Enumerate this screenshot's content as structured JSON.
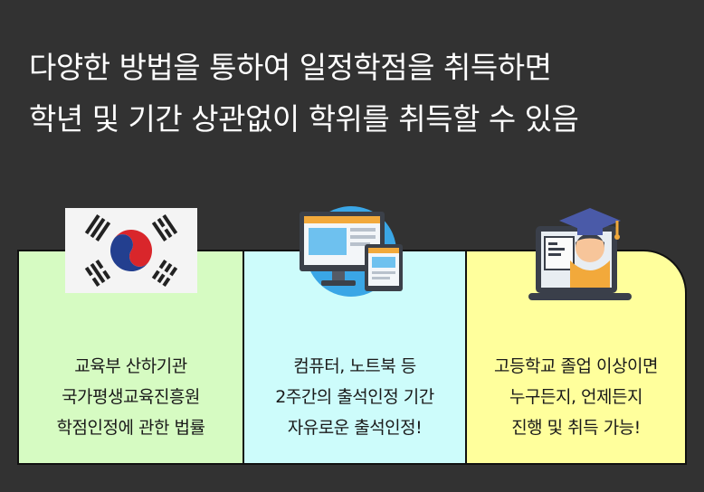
{
  "headline": {
    "line1": "다양한 방법을 통하여 일정학점을 취득하면",
    "line2": "학년 및 기간 상관없이 학위를 취득할 수 있음"
  },
  "cards": [
    {
      "icon": "korean-flag-icon",
      "lines": [
        "교육부 산하기관",
        "국가평생교육진흥원",
        "학점인정에 관한 법률"
      ]
    },
    {
      "icon": "computer-laptop-icon",
      "lines": [
        "컴퓨터, 노트북 등",
        "2주간의 출석인정 기간",
        "자유로운 출석인정!"
      ]
    },
    {
      "icon": "graduate-laptop-icon",
      "lines": [
        "고등학교 졸업 이상이면",
        "누구든지, 언제든지",
        "진행 및 취득 가능!"
      ]
    }
  ],
  "colors": {
    "background": "#323232",
    "card1": "#d6fbc2",
    "card2": "#cdfcfb",
    "card3": "#ffff9c"
  }
}
